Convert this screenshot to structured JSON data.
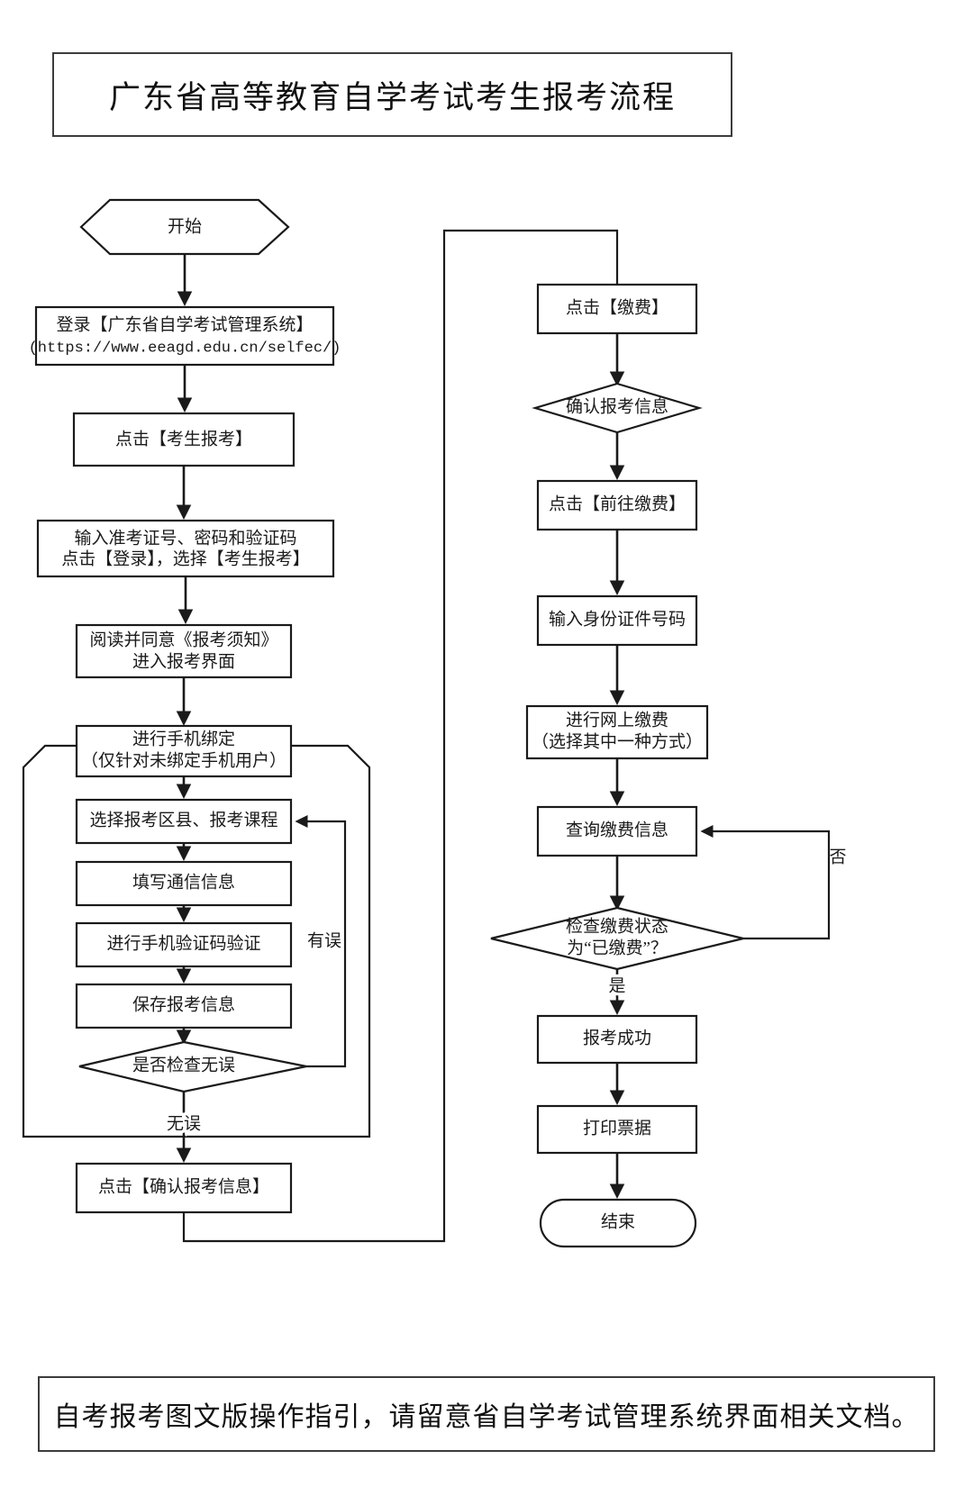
{
  "document": {
    "title": "广东省高等教育自学考试考生报考流程",
    "footer_note": "自考报考图文版操作指引，请留意省自学考试管理系统界面相关文档。"
  },
  "flowchart": {
    "type": "flowchart",
    "orientation": "two-column",
    "left_column": {
      "start": {
        "label": "开始",
        "shape": "hexagon"
      },
      "steps": [
        {
          "id": "login",
          "line1": "登录【广东省自学考试管理系统】",
          "line2": "(https://www.eeagd.edu.cn/selfec/)",
          "shape": "rect"
        },
        {
          "id": "click-baokao",
          "line1": "点击【考生报考】",
          "shape": "rect"
        },
        {
          "id": "input-credentials",
          "line1": "输入准考证号、密码和验证码",
          "line2": "点击【登录】，选择【考生报考】",
          "shape": "rect"
        },
        {
          "id": "read-notice",
          "line1": "阅读并同意《报考须知》",
          "line2": "进入报考界面",
          "shape": "rect"
        },
        {
          "id": "bind-phone",
          "line1": "进行手机绑定",
          "line2": "（仅针对未绑定手机用户）",
          "shape": "rect"
        },
        {
          "id": "select-area-course",
          "line1": "选择报考区县、报考课程",
          "shape": "rect"
        },
        {
          "id": "fill-contact",
          "line1": "填写通信信息",
          "shape": "rect"
        },
        {
          "id": "verify-sms",
          "line1": "进行手机验证码验证",
          "shape": "rect"
        },
        {
          "id": "save-info",
          "line1": "保存报考信息",
          "shape": "rect"
        },
        {
          "id": "check-ok",
          "line1": "是否检查无误",
          "shape": "diamond"
        },
        {
          "id": "confirm-info",
          "line1": "点击【确认报考信息】",
          "shape": "rect"
        }
      ],
      "edge_labels": {
        "error": "有误",
        "no_error": "无误"
      }
    },
    "right_column": {
      "steps": [
        {
          "id": "click-pay",
          "line1": "点击【缴费】",
          "shape": "rect"
        },
        {
          "id": "confirm-exam-info",
          "line1": "确认报考信息",
          "shape": "diamond"
        },
        {
          "id": "goto-pay",
          "line1": "点击【前往缴费】",
          "shape": "rect"
        },
        {
          "id": "input-id",
          "line1": "输入身份证件号码",
          "shape": "rect"
        },
        {
          "id": "online-pay",
          "line1": "进行网上缴费",
          "line2": "（选择其中一种方式）",
          "shape": "rect"
        },
        {
          "id": "query-pay",
          "line1": "查询缴费信息",
          "shape": "rect"
        },
        {
          "id": "check-pay-status",
          "line1": "检查缴费状态",
          "line2": "为“已缴费”？",
          "shape": "diamond"
        },
        {
          "id": "success",
          "line1": "报考成功",
          "shape": "rect"
        },
        {
          "id": "print-receipt",
          "line1": "打印票据",
          "shape": "rect"
        }
      ],
      "end": {
        "label": "结束",
        "shape": "stadium"
      },
      "edge_labels": {
        "no": "否",
        "yes": "是"
      }
    }
  },
  "colors": {
    "line": "#1a1a1a",
    "border": "#3c3c3c",
    "background": "#ffffff"
  }
}
